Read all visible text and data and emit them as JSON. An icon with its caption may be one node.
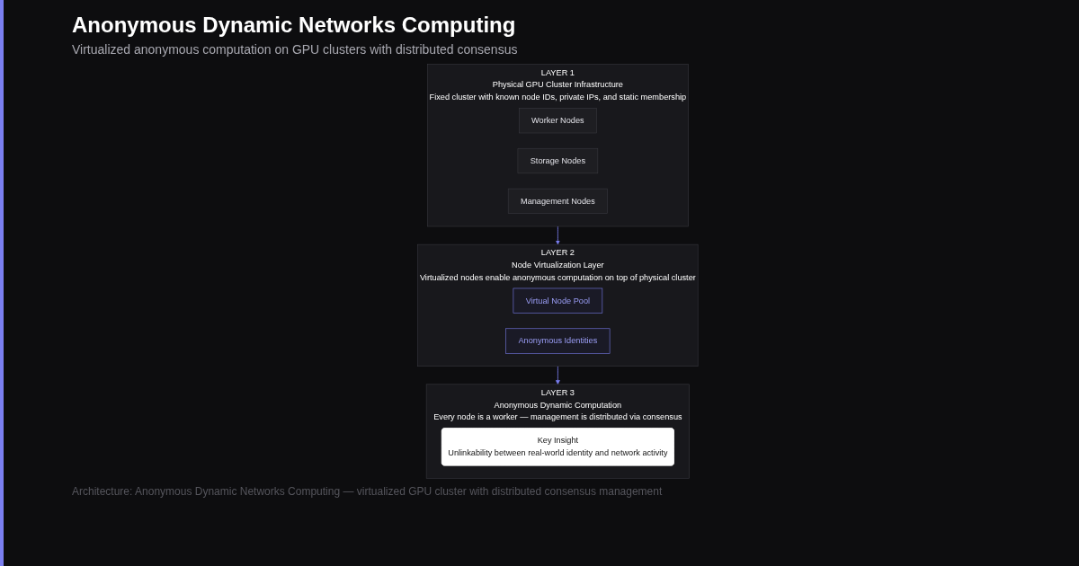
{
  "diagram": {
    "title": "Anonymous Dynamic Networks Computing",
    "caption": "Architecture: Anonymous Dynamic Networks Computing — virtualized GPU cluster with distributed consensus management",
    "nodes": [
      {
        "text": [
          "LAYER 1",
          "Physical GPU Cluster Infrastructure",
          "Fixed cluster with known node IDs, private IPs, and static membership"
        ]
      },
      {
        "text": [
          "Worker Nodes"
        ],
        "in": 0
      },
      {
        "text": [
          "Storage Nodes"
        ],
        "in": 0
      },
      {
        "text": [
          "Management Nodes"
        ],
        "in": 0
      },
      {
        "text": [
          "LAYER 2",
          "Node Virtualization Layer",
          "Virtualized nodes enable anonymous computation on top of physical cluster"
        ]
      },
      {
        "text": [
          "Virtual Node Pool"
        ],
        "in": 4
      },
      {
        "text": [
          "Anonymous Identities"
        ],
        "in": 4
      },
      {
        "text": [
          "LAYER 3",
          "Anonymous Dynamic Computation",
          "Every node is a worker — management is distributed via consensus"
        ]
      },
      {
        "text": [
          "Key Insight",
          "Unlinkability between real-world identity and network activity"
        ],
        "in": 7
      }
    ],
    "edges": [
      {
        "from": 0,
        "to": 4,
        "arrow": "to"
      },
      {
        "from": 4,
        "to": 7,
        "arrow": "to"
      }
    ],
    "labels": [
      "Virtualized anonymous computation on GPU clusters with distributed consensus"
    ]
  }
}
